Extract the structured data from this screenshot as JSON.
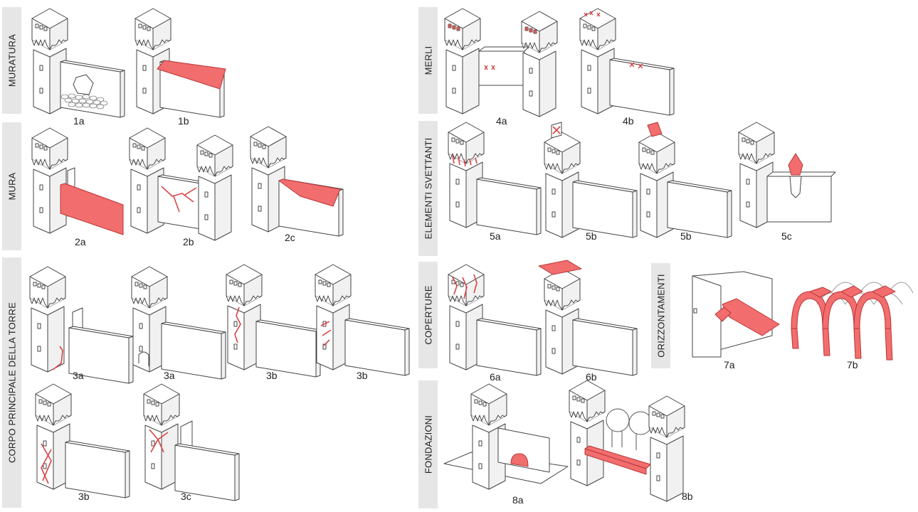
{
  "colors": {
    "damage": "#f26d6d",
    "damage_stroke": "#b93636",
    "tab": "#e6e6e6"
  },
  "sections": {
    "muratura": "MURATURA",
    "mura": "MURA",
    "corpo": "CORPO PRINCIPALE DELLA TORRE",
    "merli": "MERLI",
    "svettanti": "ELEMENTI SVETTANTI",
    "coperture": "COPERTURE",
    "orizzontamenti": "ORIZZONTAMENTI",
    "fondazioni": "FONDAZIONI"
  },
  "captions": {
    "c1a": "1a",
    "c1b": "1b",
    "c2a": "2a",
    "c2b": "2b",
    "c2c": "2c",
    "c3a_1": "3a",
    "c3a_2": "3a",
    "c3b_1": "3b",
    "c3b_2": "3b",
    "c3b_3": "3b",
    "c3c": "3c",
    "c4a": "4a",
    "c4b": "4b",
    "c5a": "5a",
    "c5b_1": "5b",
    "c5b_2": "5b",
    "c5c": "5c",
    "c6a": "6a",
    "c6b": "6b",
    "c7a": "7a",
    "c7b": "7b",
    "c8a": "8a",
    "c8b": "8b"
  }
}
